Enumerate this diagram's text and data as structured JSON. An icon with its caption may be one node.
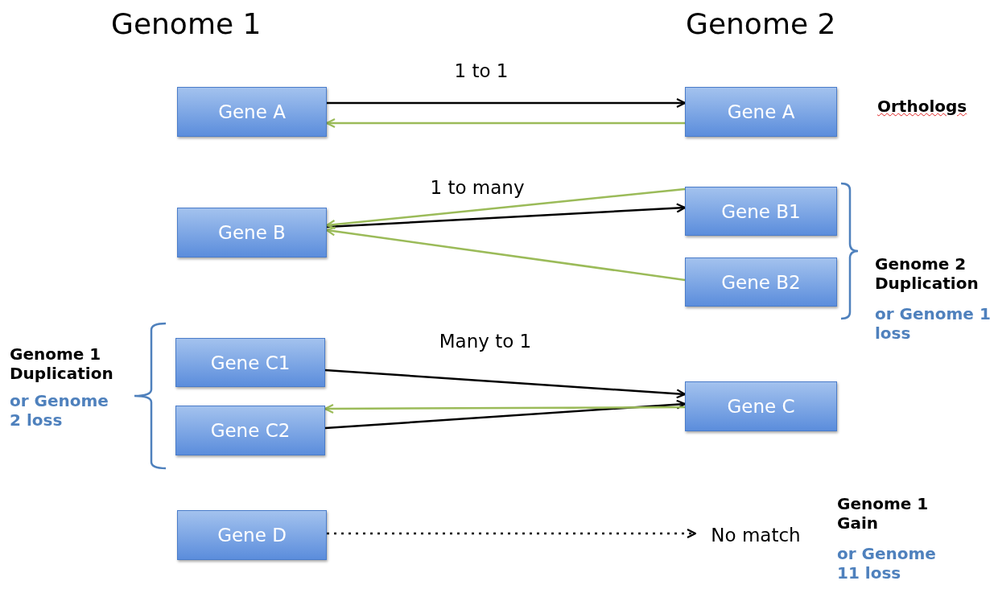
{
  "diagram": {
    "nodes": [
      {
        "text": [
          "Gene A"
        ]
      },
      {
        "text": [
          "Gene A"
        ]
      },
      {
        "text": [
          "Gene B"
        ]
      },
      {
        "text": [
          "Gene B1"
        ]
      },
      {
        "text": [
          "Gene B2"
        ]
      },
      {
        "text": [
          "Gene C1"
        ]
      },
      {
        "text": [
          "Gene C2"
        ]
      },
      {
        "text": [
          "Gene C"
        ]
      },
      {
        "text": [
          "Gene D"
        ]
      },
      {
        "text": [
          "No match"
        ]
      }
    ],
    "edges": [
      {
        "from": 0,
        "to": 1,
        "arrow": "to",
        "label": "1 to 1"
      },
      {
        "from": 1,
        "to": 0,
        "arrow": "to",
        "color": "#9bbb59"
      },
      {
        "from": 2,
        "to": 3,
        "arrow": "to",
        "label": "1 to many"
      },
      {
        "from": 3,
        "to": 2,
        "arrow": "to",
        "color": "#9bbb59"
      },
      {
        "from": 4,
        "to": 2,
        "arrow": "to",
        "color": "#9bbb59"
      },
      {
        "from": 5,
        "to": 7,
        "arrow": "to",
        "label": "Many to 1"
      },
      {
        "from": 6,
        "to": 7,
        "arrow": "to"
      },
      {
        "from": 7,
        "to": 6,
        "arrow": "to",
        "color": "#9bbb59"
      },
      {
        "from": 8,
        "to": 9,
        "arrow": "to",
        "style": "dashed"
      }
    ],
    "labels": [
      "Genome 1",
      "Genome 2",
      "Orthologs",
      "Genome 2 Duplication",
      "or Genome 1 loss",
      "Genome 1 Duplication",
      "or Genome 2 loss",
      "Genome 1 Gain",
      "or Genome 11 loss"
    ]
  }
}
